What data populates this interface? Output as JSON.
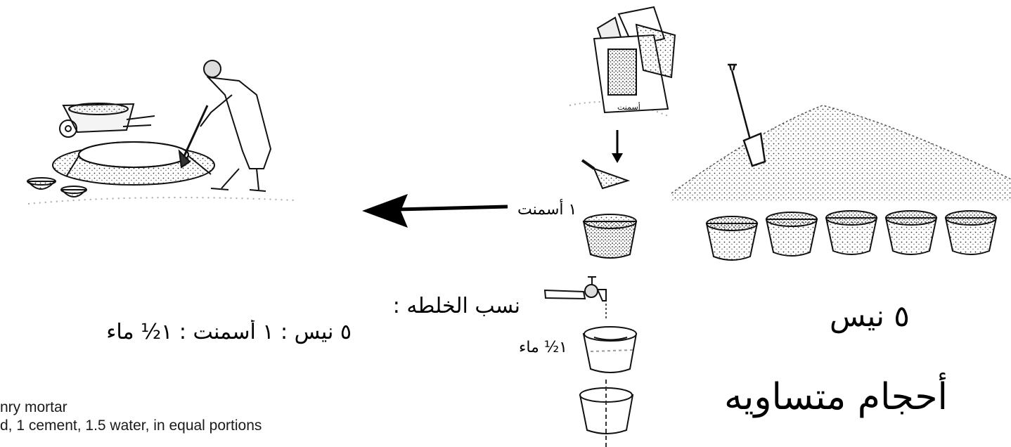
{
  "arabic": {
    "mix_title": "نسب الخلطه :",
    "mix_ratio": "٥ نيس : ١ أسمنت : ١½ ماء",
    "cement_label": "١ أسمنت",
    "water_label": "١½ ماء",
    "sand_count": "٥ نيس",
    "equal_volumes": "أحجام متساويه",
    "bag_label": "أسمنت"
  },
  "caption": {
    "line1": "nry mortar",
    "line2": "d, 1 cement, 1.5 water, in equal portions"
  }
}
